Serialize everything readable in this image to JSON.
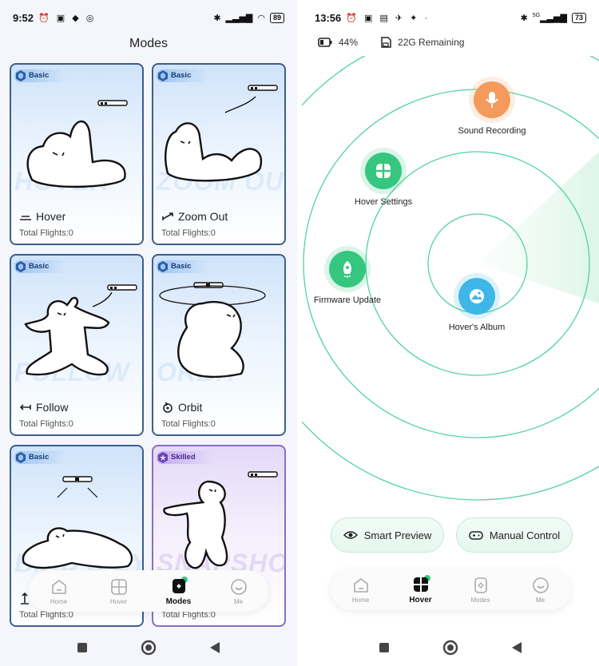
{
  "left": {
    "status": {
      "time": "9:52",
      "battery": "89"
    },
    "title": "Modes",
    "cards": [
      {
        "tier": "Basic",
        "watermark": "HOVER",
        "mode": "Hover",
        "flights": "Total Flights:0",
        "icon": "hover-line-icon"
      },
      {
        "tier": "Basic",
        "watermark": "ZOOM OUT",
        "mode": "Zoom Out",
        "flights": "Total Flights:0",
        "icon": "zoom-out-arrow-icon"
      },
      {
        "tier": "Basic",
        "watermark": "FOLLOW",
        "mode": "Follow",
        "flights": "Total Flights:0",
        "icon": "follow-arrow-icon"
      },
      {
        "tier": "Basic",
        "watermark": "ORBIT",
        "mode": "Orbit",
        "flights": "Total Flights:0",
        "icon": "orbit-circle-icon"
      },
      {
        "tier": "Basic",
        "watermark": "BIRD'S EYE",
        "mode": "",
        "flights": "Total Flights:0",
        "icon": "birds-eye-arrow-icon"
      },
      {
        "tier": "Skilled",
        "watermark": "SNAPSHOT",
        "mode": "",
        "flights": "Total Flights:0",
        "icon": ""
      }
    ],
    "nav": [
      {
        "label": "Home",
        "icon": "home-icon",
        "active": false
      },
      {
        "label": "Hover",
        "icon": "hover-drone-icon",
        "active": false
      },
      {
        "label": "Modes",
        "icon": "modes-icon",
        "active": true
      },
      {
        "label": "Me",
        "icon": "me-icon",
        "active": false
      }
    ]
  },
  "right": {
    "status": {
      "time": "13:56",
      "battery": "73",
      "signal": "5G"
    },
    "battery_percent": "44%",
    "storage": "22G Remaining",
    "features": [
      {
        "label": "Sound Recording",
        "icon": "microphone-icon",
        "color": "#f39a5c"
      },
      {
        "label": "Hover Settings",
        "icon": "hover-settings-icon",
        "color": "#35c77f"
      },
      {
        "label": "Firmware Update",
        "icon": "rocket-icon",
        "color": "#35c77f"
      },
      {
        "label": "Hover's Album",
        "icon": "album-icon",
        "color": "#3fb6e8"
      }
    ],
    "buttons": [
      {
        "label": "Smart Preview",
        "icon": "eye-icon"
      },
      {
        "label": "Manual Control",
        "icon": "gamepad-icon"
      }
    ],
    "nav": [
      {
        "label": "Home",
        "icon": "home-icon",
        "active": false
      },
      {
        "label": "Hover",
        "icon": "hover-drone-icon",
        "active": true
      },
      {
        "label": "Modes",
        "icon": "modes-icon",
        "active": false
      },
      {
        "label": "Me",
        "icon": "me-icon",
        "active": false
      }
    ]
  },
  "colors": {
    "accent_green": "#35c77f",
    "card_border_basic": "#3c5f8e",
    "card_border_skilled": "#8b6bc8"
  }
}
